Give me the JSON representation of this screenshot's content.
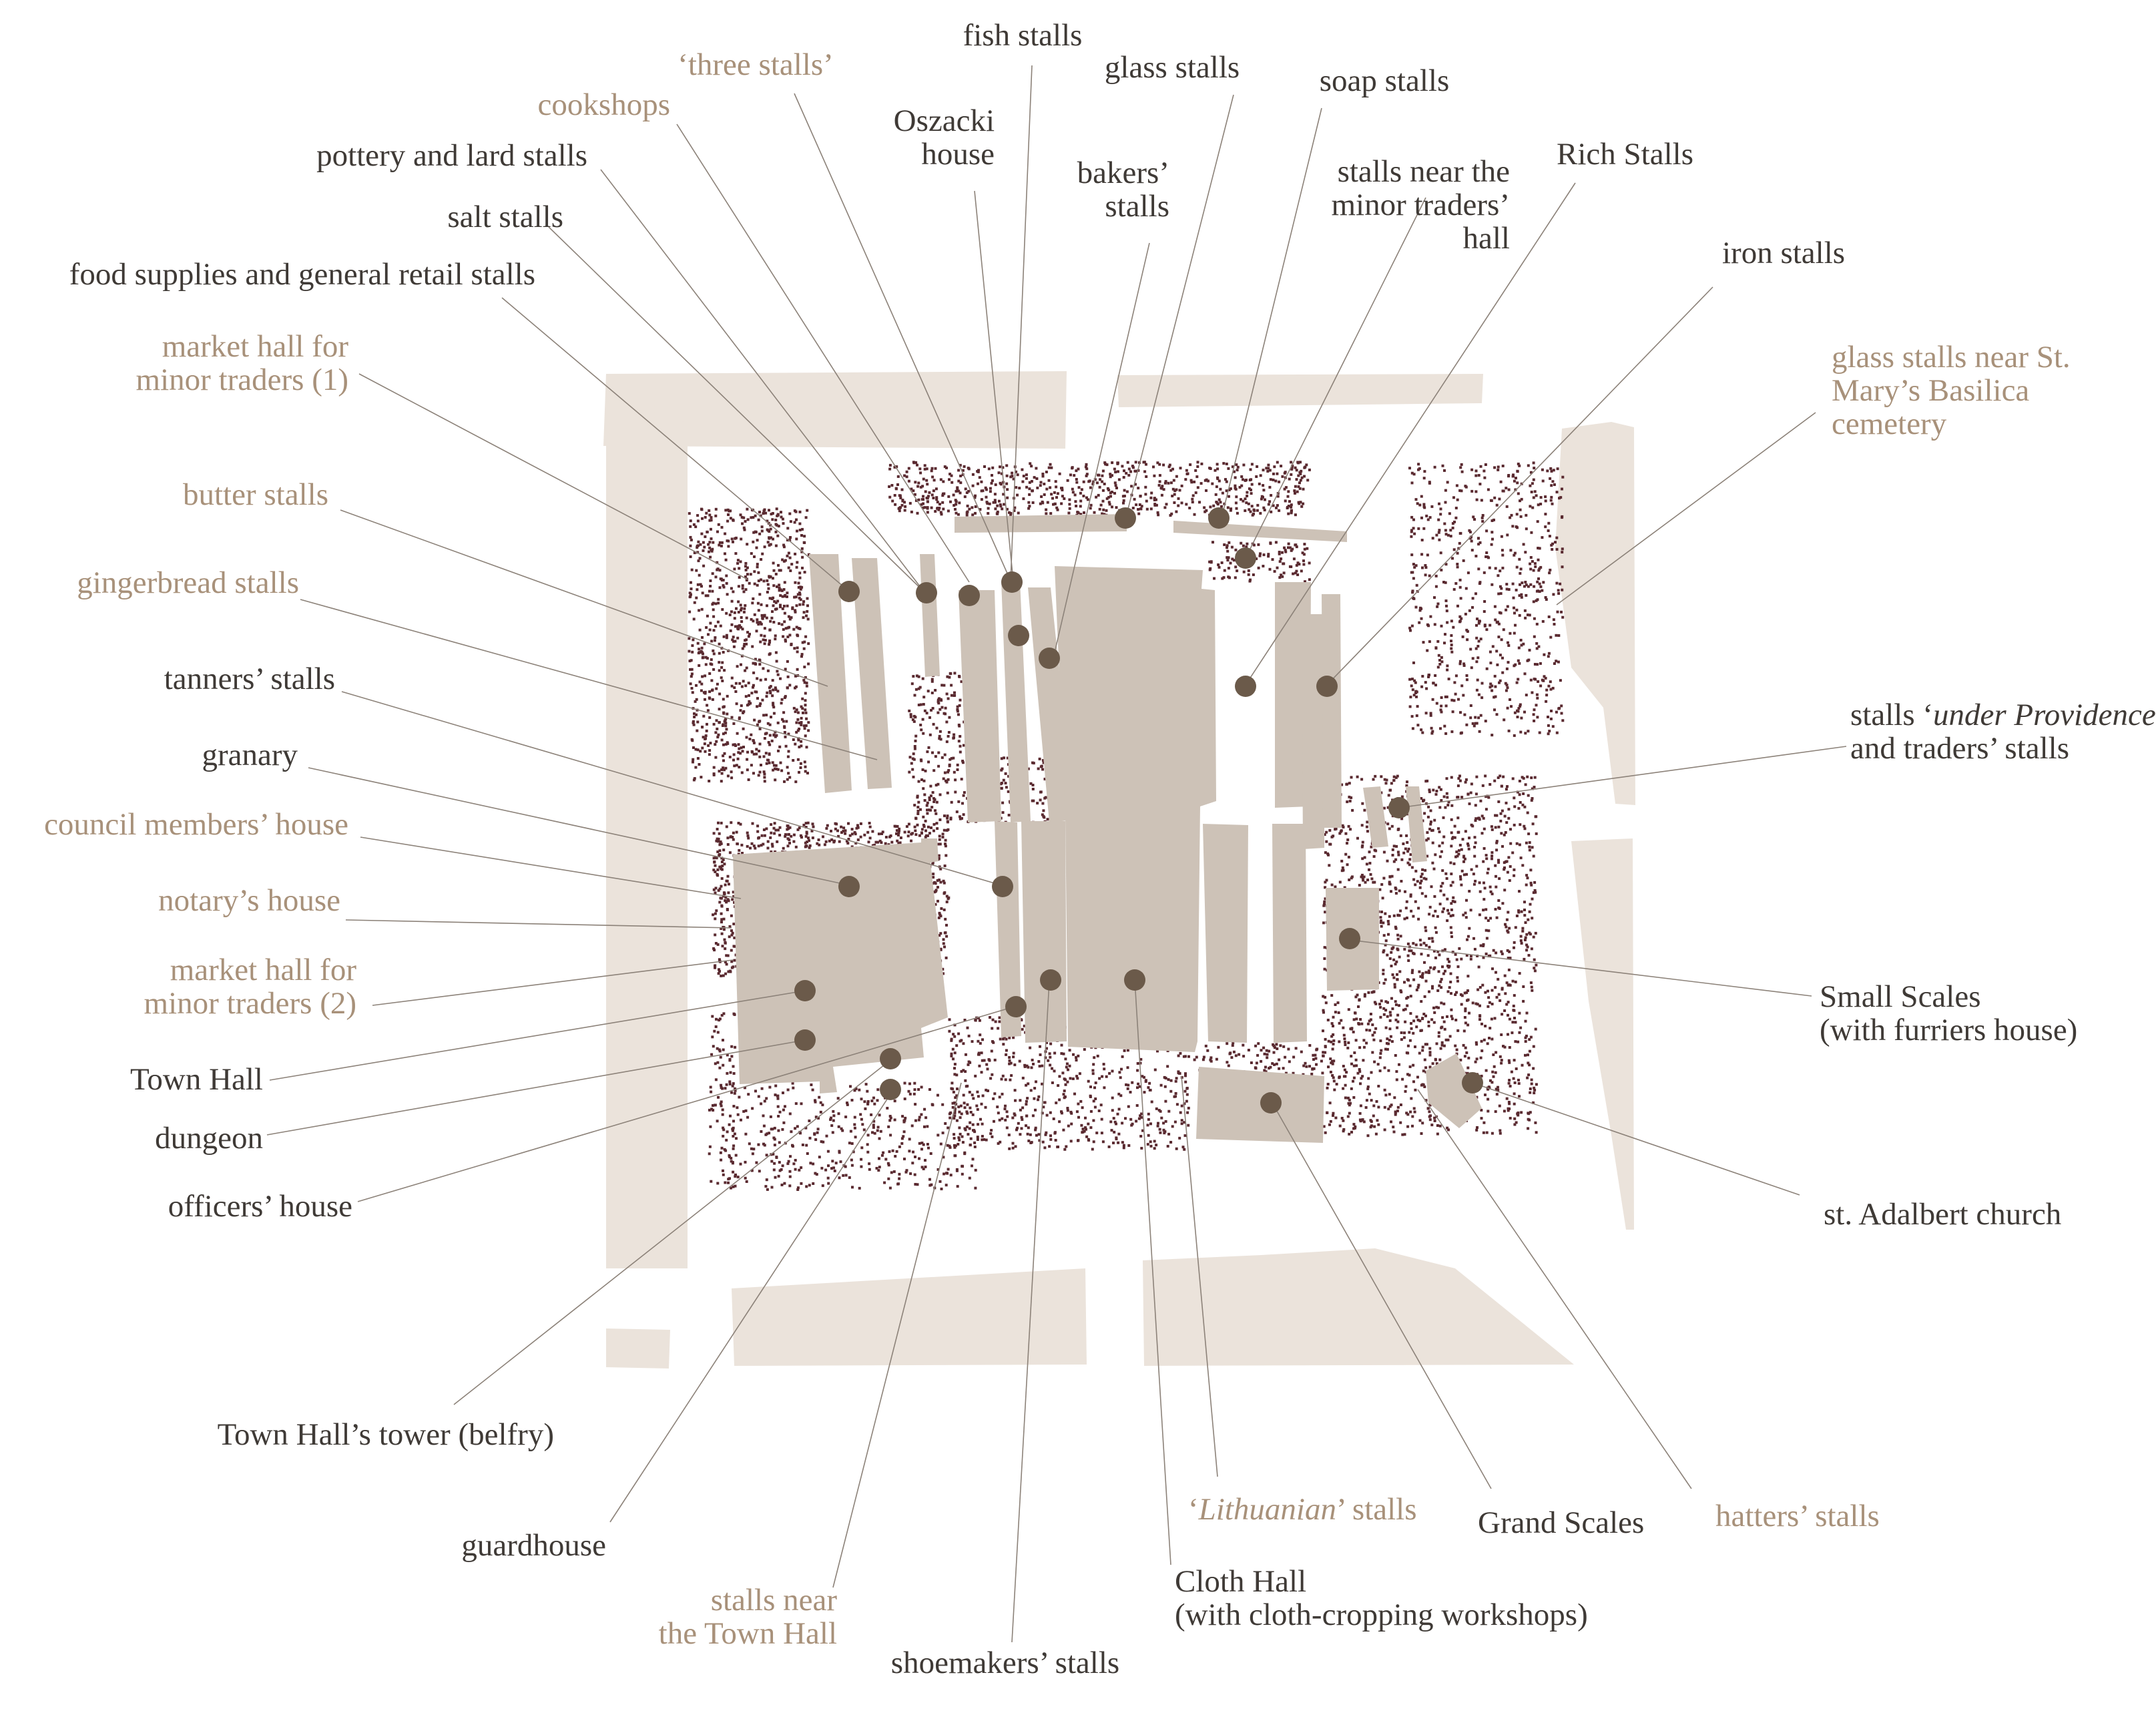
{
  "labels": {
    "fish_stalls": "fish stalls",
    "three_stalls": "‘three stalls’",
    "glass_stalls": "glass stalls",
    "soap_stalls": "soap stalls",
    "cookshops": "cookshops",
    "oszacki_house": [
      "Oszacki",
      "house"
    ],
    "pottery_lard": "pottery and lard stalls",
    "bakers": [
      "bakers’",
      "stalls"
    ],
    "near_minor_hall": [
      "stalls near the",
      "minor traders’",
      "hall"
    ],
    "rich_stalls": "Rich Stalls",
    "salt_stalls": "salt stalls",
    "food_supplies": "food supplies and general retail stalls",
    "iron_stalls": "iron stalls",
    "market_hall_1": [
      "market hall for",
      "minor traders (1)"
    ],
    "glass_near_basilica": [
      "glass stalls near St.",
      "Mary’s Basilica",
      "cemetery"
    ],
    "butter_stalls": "butter stalls",
    "gingerbread_stalls": "gingerbread stalls",
    "tanners_stalls": "tanners’ stalls",
    "under_providence": {
      "pre": "stalls ‘",
      "italic": "under Providence",
      "post": "’",
      "line2": "and traders’ stalls"
    },
    "granary": "granary",
    "council_members": "council members’ house",
    "notary": "notary’s house",
    "market_hall_2": [
      "market hall for",
      "minor traders (2)"
    ],
    "small_scales": [
      "Small Scales",
      "(with furriers house)"
    ],
    "town_hall": "Town Hall",
    "dungeon": "dungeon",
    "officers_house": "officers’ house",
    "st_adalbert": "st. Adalbert church",
    "tower": "Town Hall’s tower (belfry)",
    "guardhouse": "guardhouse",
    "lithuanian": {
      "pre": "‘",
      "italic": "Lithuanian",
      "post": "’ stalls"
    },
    "grand_scales": "Grand Scales",
    "hatters": "hatters’ stalls",
    "near_town_hall": [
      "stalls near",
      "the Town Hall"
    ],
    "cloth_hall": [
      "Cloth Hall",
      "(with cloth-cropping workshops)"
    ],
    "shoemakers": "shoemakers’ stalls"
  },
  "colors": {
    "dark_text": "#3f3a36",
    "tan_text": "#a8917a",
    "building": "#cdc2b7",
    "frame": "#ebe3db",
    "marker": "#6b5a4a",
    "leader": "#8c8279",
    "dots": "#5a2a30"
  }
}
